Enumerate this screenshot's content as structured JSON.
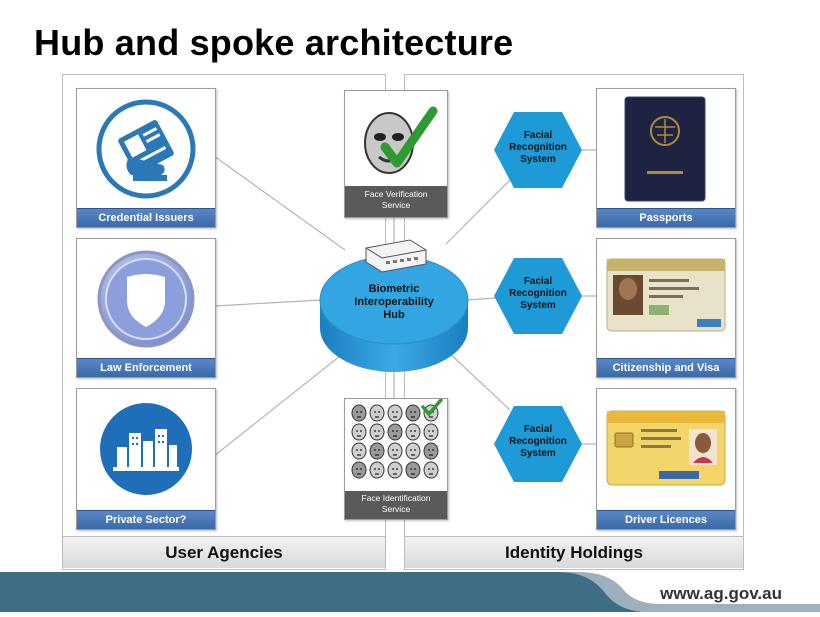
{
  "title": "Hub and spoke architecture",
  "panels": {
    "left_label": "User Agencies",
    "right_label": "Identity Holdings"
  },
  "left_cards": [
    {
      "label": "Credential Issuers",
      "icon": "credential-icon"
    },
    {
      "label": "Law Enforcement",
      "icon": "police-badge-icon"
    },
    {
      "label": "Private Sector?",
      "icon": "city-skyline-icon"
    }
  ],
  "right_cards": [
    {
      "label": "Passports",
      "icon": "passport-icon"
    },
    {
      "label": "Citizenship and Visa",
      "icon": "visa-card-icon"
    },
    {
      "label": "Driver Licences",
      "icon": "driver-licence-icon"
    }
  ],
  "hub": {
    "line1": "Biometric",
    "line2": "Interoperability",
    "line3": "Hub"
  },
  "services": {
    "verification": {
      "line1": "Face Verification",
      "line2": "Service"
    },
    "identification": {
      "line1": "Face Identification",
      "line2": "Service"
    }
  },
  "hexagons": [
    {
      "line1": "Facial",
      "line2": "Recognition",
      "line3": "System"
    },
    {
      "line1": "Facial",
      "line2": "Recognition",
      "line3": "System"
    },
    {
      "line1": "Facial",
      "line2": "Recognition",
      "line3": "System"
    }
  ],
  "footer": {
    "url": "www.ag.gov.au"
  },
  "colors": {
    "hub": "#2a9fd8",
    "hex": "#1e9ad6",
    "label_bar": "#4a78b8",
    "footer_band": "#3f6d85"
  }
}
